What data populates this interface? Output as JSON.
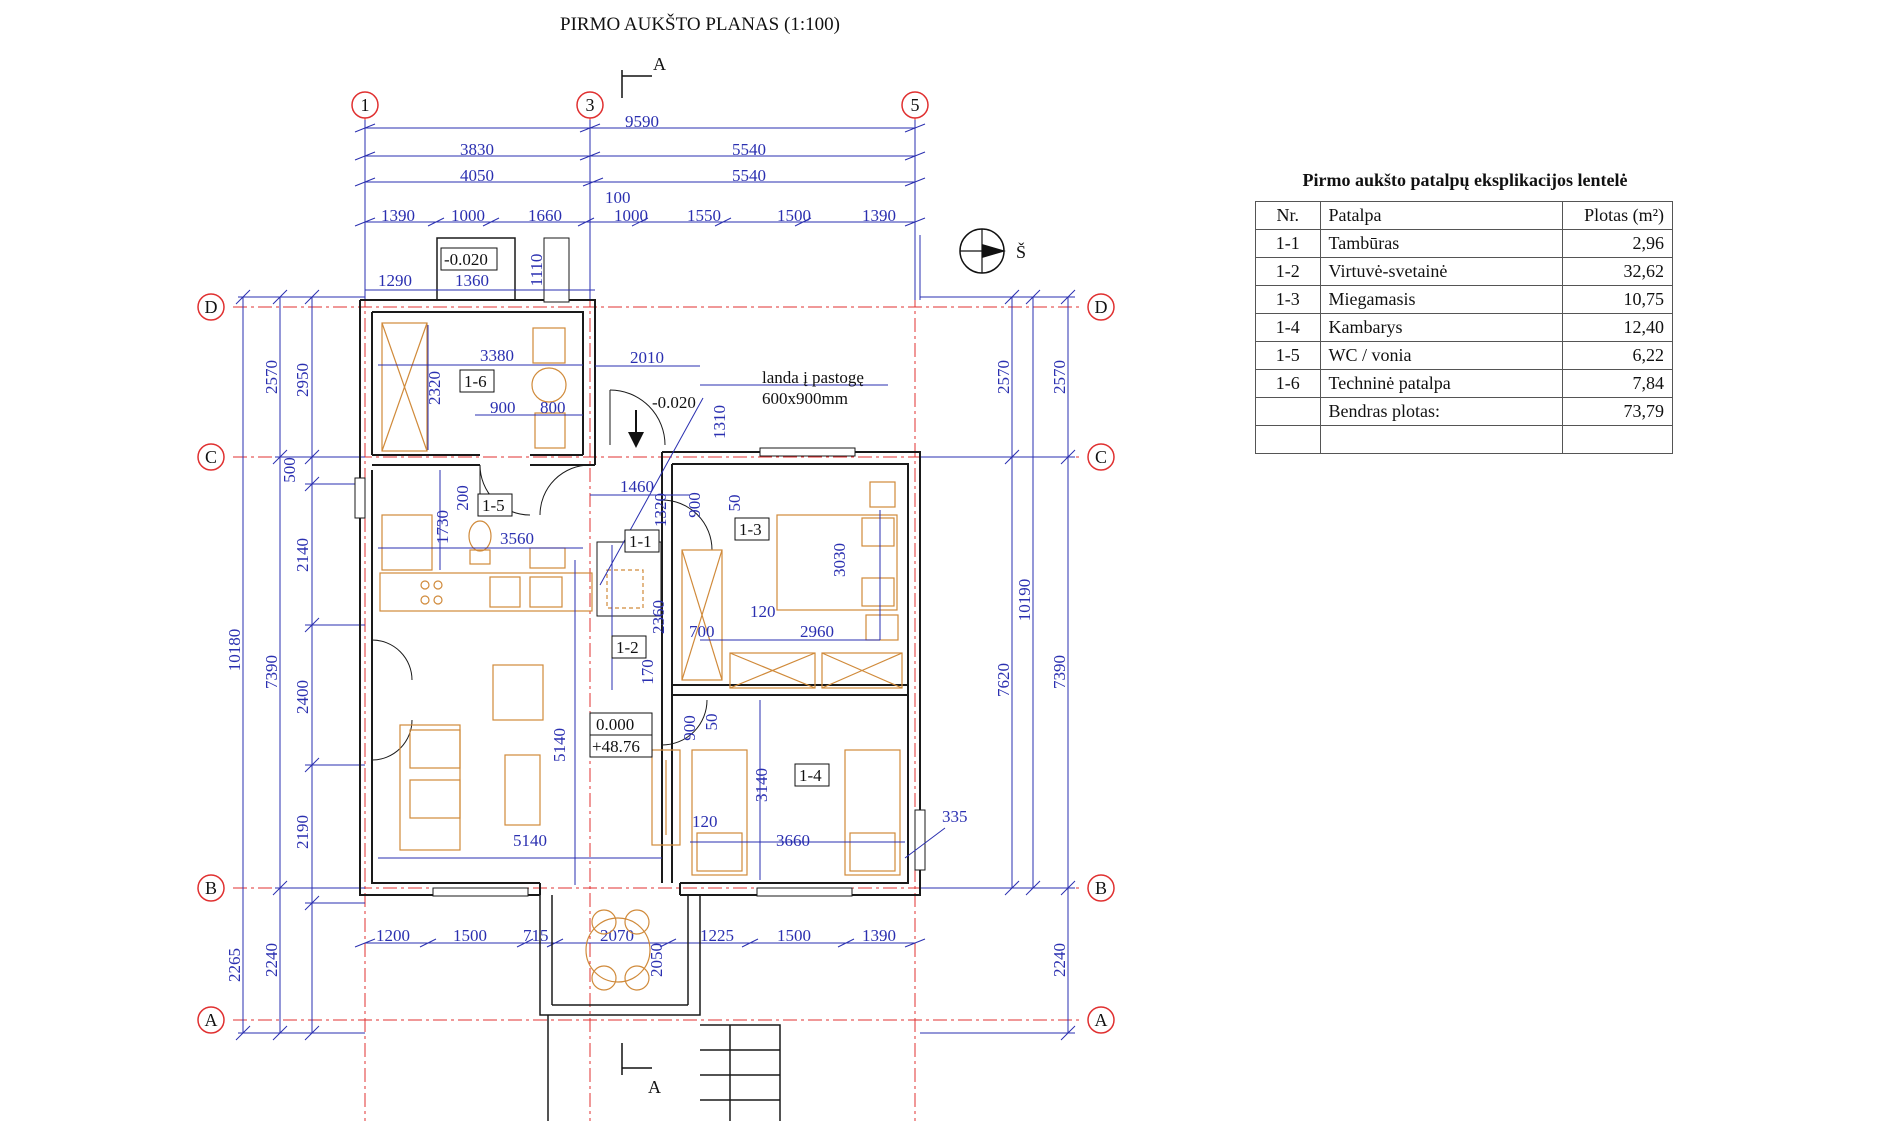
{
  "title": "PIRMO AUKŠTO PLANAS (1:100)",
  "section_label": "A",
  "north_label": "Š",
  "axes": {
    "numbers": [
      "1",
      "3",
      "5"
    ],
    "letters": [
      "D",
      "C",
      "B",
      "A"
    ]
  },
  "dims_top": {
    "row1": [
      "9590"
    ],
    "row2": [
      "3830",
      "5540"
    ],
    "row3": [
      "4050",
      "5540"
    ],
    "row4": [
      "1390",
      "1000",
      "1660",
      "100",
      "1000",
      "1550",
      "1500",
      "1390"
    ]
  },
  "dims_bottom": [
    "1200",
    "1500",
    "715",
    "2070",
    "1225",
    "1500",
    "1390"
  ],
  "dims_left": {
    "outer": [
      "10180"
    ],
    "mid": [
      "2570",
      "7390",
      "2265"
    ],
    "inner": [
      "2950",
      "500",
      "2140",
      "2400",
      "2190",
      "2240"
    ]
  },
  "dims_right": {
    "inner": [
      "2570",
      "7620",
      "10190"
    ],
    "outer": [
      "2570",
      "7390",
      "2240"
    ]
  },
  "dims_inside": [
    "1290",
    "1360",
    "1110",
    "3380",
    "2320",
    "900",
    "800",
    "2010",
    "1310",
    "1460",
    "1320",
    "900",
    "50",
    "1730",
    "200",
    "3560",
    "3030",
    "120",
    "700",
    "2960",
    "2360",
    "170",
    "5140",
    "900",
    "50",
    "3140",
    "120",
    "3660",
    "5140",
    "335",
    "2050"
  ],
  "levels": [
    "-0.020",
    "-0.020"
  ],
  "level_box": [
    "0.000",
    "+48.76"
  ],
  "attic_note": [
    "landa į pastogę",
    "600x900mm"
  ],
  "room_tags": [
    "1-6",
    "1-5",
    "1-1",
    "1-3",
    "1-2",
    "1-4"
  ],
  "table": {
    "title": "Pirmo aukšto patalpų eksplikacijos lentelė",
    "headers": [
      "Nr.",
      "Patalpa",
      "Plotas (m²)"
    ],
    "rows": [
      [
        "1-1",
        "Tambūras",
        "2,96"
      ],
      [
        "1-2",
        "Virtuvė-svetainė",
        "32,62"
      ],
      [
        "1-3",
        "Miegamasis",
        "10,75"
      ],
      [
        "1-4",
        "Kambarys",
        "12,40"
      ],
      [
        "1-5",
        "WC / vonia",
        "6,22"
      ],
      [
        "1-6",
        "Techninė patalpa",
        "7,84"
      ],
      [
        "",
        "Bendras plotas:",
        "73,79"
      ],
      [
        "",
        "",
        ""
      ]
    ]
  },
  "colors": {
    "dimension": "#2a2fb0",
    "axis": "#e03030",
    "wall": "#1a1a1a",
    "furniture": "#d08a3a"
  }
}
